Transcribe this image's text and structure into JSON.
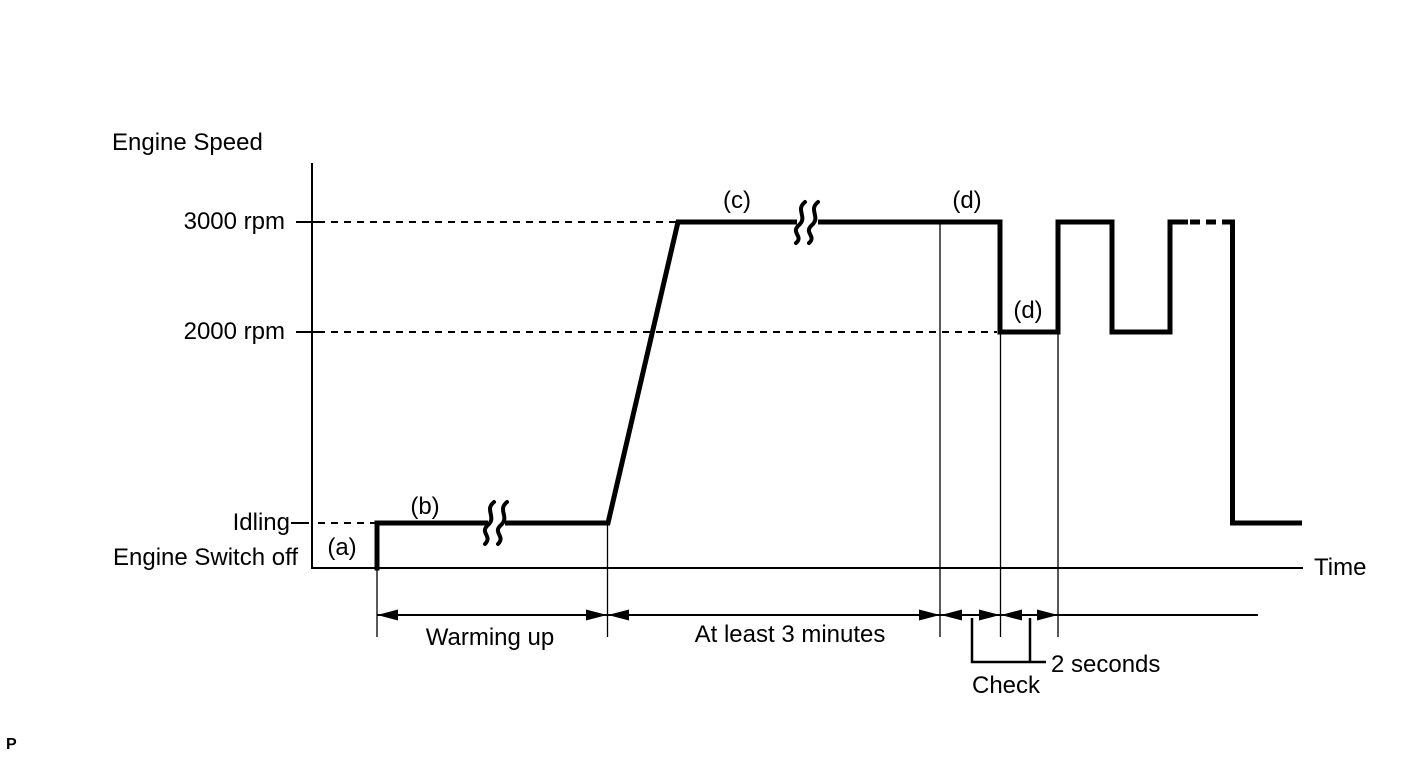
{
  "diagram": {
    "y_axis_title": "Engine Speed",
    "x_axis_title": "Time",
    "levels": {
      "rpm3000": "3000 rpm",
      "rpm2000": "2000 rpm",
      "idling": "Idling",
      "engine_switch_off": "Engine Switch off"
    },
    "step_labels": {
      "a": "(a)",
      "b": "(b)",
      "c": "(c)",
      "d_high": "(d)",
      "d_low": "(d)"
    },
    "phases": {
      "warming_up": "Warming up",
      "at_least_3_minutes": "At least 3 minutes"
    },
    "check": {
      "duration": "2 seconds",
      "label": "Check"
    },
    "page_marker": "P",
    "colors": {
      "line": "#000000",
      "background": "#ffffff"
    },
    "waveform_sequence_levels": [
      "engine switch off",
      "idling",
      "3000 rpm",
      "2000 rpm",
      "3000 rpm",
      "2000 rpm",
      "3000 rpm",
      "idling"
    ]
  }
}
